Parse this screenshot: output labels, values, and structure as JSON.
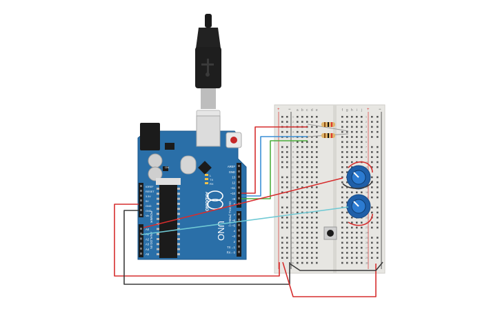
{
  "arduino": {
    "board_name": "UNO",
    "brand": "ARDUINO",
    "section_power": "POWER",
    "section_analog": "ANALOG IN",
    "section_digital": "DIGITAL (PWM ~)",
    "led_l": "L",
    "led_tx": "TX",
    "led_rx": "RX",
    "on_label": "ON",
    "power_pins": [
      "IOREF",
      "RESET",
      "3.3V",
      "5V",
      "GND",
      "GND",
      "Vin"
    ],
    "analog_pins": [
      "A0",
      "A1",
      "A2",
      "A3",
      "A4",
      "A5"
    ],
    "digital_top": [
      "AREF",
      "GND",
      "13",
      "12",
      "~11",
      "~10",
      "~9",
      "8"
    ],
    "digital_bottom": [
      "7",
      "~6",
      "~5",
      "4",
      "~3",
      "2",
      "TX→1",
      "RX←0"
    ]
  },
  "breadboard": {
    "rail_plus": "+",
    "rail_minus": "−",
    "cols_left": [
      "a",
      "b",
      "c",
      "d",
      "e"
    ],
    "cols_right": [
      "f",
      "g",
      "h",
      "i",
      "j"
    ],
    "row_count": 30
  },
  "components": {
    "resistors": 2,
    "potentiometers": 2,
    "pushbuttons": 1
  },
  "colors": {
    "board": "#2a6fa8",
    "breadboard": "#e7e6e2",
    "wire_red": "#d62d2d",
    "wire_black": "#3a3a3a",
    "wire_blue": "#3a8fd6",
    "wire_green": "#4caf3c",
    "wire_cyan": "#6fc9d4",
    "pot_body": "#1f5fa8"
  }
}
